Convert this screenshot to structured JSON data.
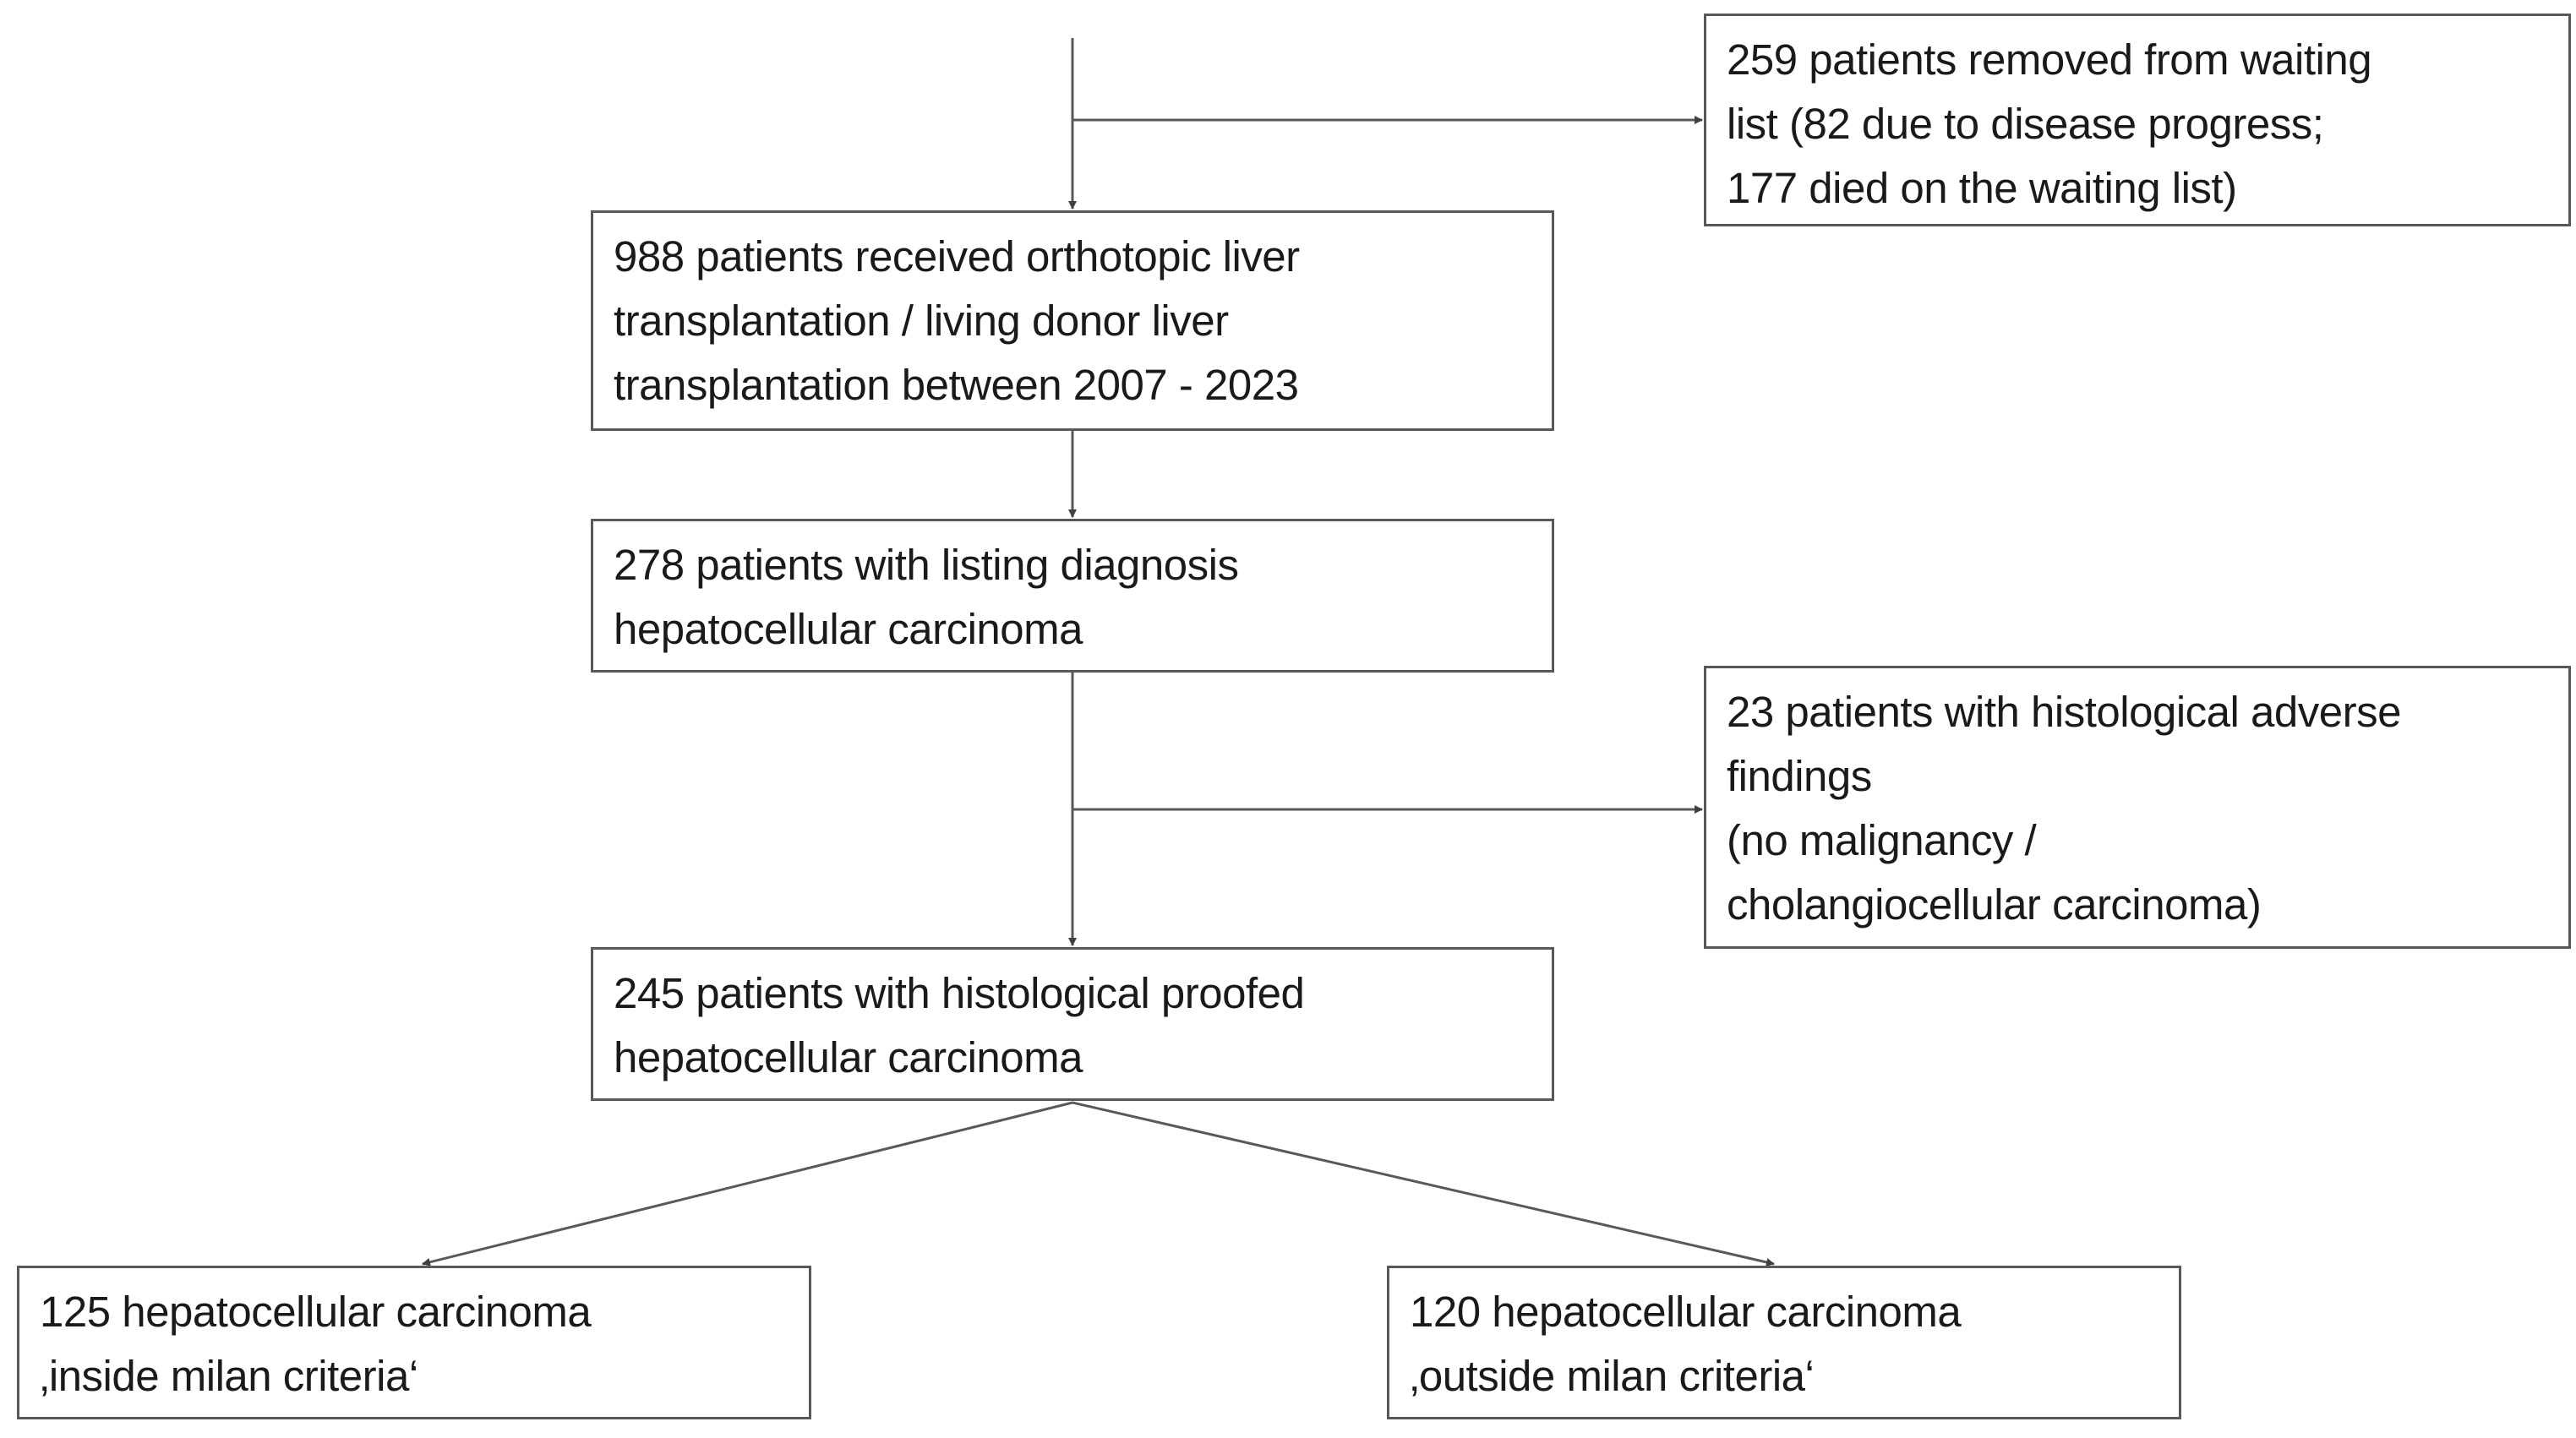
{
  "diagram": {
    "removed": {
      "lines": [
        "259 patients removed from waiting",
        "list (82 due to disease progress;",
        "177 died on the waiting list)"
      ]
    },
    "transplant": {
      "lines": [
        "988 patients received orthotopic liver",
        "transplantation / living donor liver",
        "transplantation between 2007 - 2023"
      ]
    },
    "listing": {
      "lines": [
        "278 patients with listing diagnosis",
        "hepatocellular carcinoma"
      ]
    },
    "adverse": {
      "lines": [
        "23 patients with histological adverse",
        "findings",
        "(no malignancy /",
        "cholangiocellular carcinoma)"
      ]
    },
    "proofed": {
      "lines": [
        "245 patients with histological proofed",
        "hepatocellular carcinoma"
      ]
    },
    "inside": {
      "lines": [
        "125 hepatocellular carcinoma",
        "‚inside milan criteria‘"
      ]
    },
    "outside": {
      "lines": [
        "120 hepatocellular carcinoma",
        "‚outside milan criteria‘"
      ]
    }
  }
}
